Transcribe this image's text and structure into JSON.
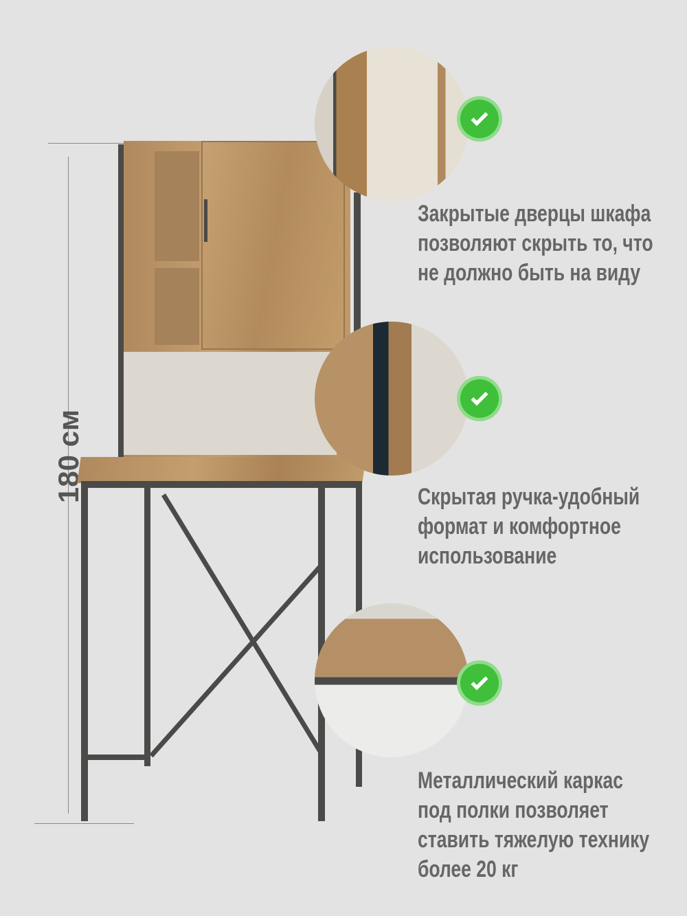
{
  "dimension_label": "180 см",
  "features": [
    {
      "lines": [
        "Закрытые дверцы шкафа",
        "позволяют скрыть то, что",
        "не должно быть на виду"
      ],
      "icon": "check-icon"
    },
    {
      "lines": [
        "Скрытая ручка-удобный",
        "формат и комфортное",
        "использование"
      ],
      "icon": "check-icon"
    },
    {
      "lines": [
        "Металлический каркас",
        "под полки позволяет",
        "ставить тяжелую технику",
        "более 20 кг"
      ],
      "icon": "check-icon"
    }
  ],
  "colors": {
    "background": "#e3e3e3",
    "text": "#666666",
    "check": "#3fbf3a",
    "metal": "#4a4a48",
    "wood": "#b99466"
  }
}
